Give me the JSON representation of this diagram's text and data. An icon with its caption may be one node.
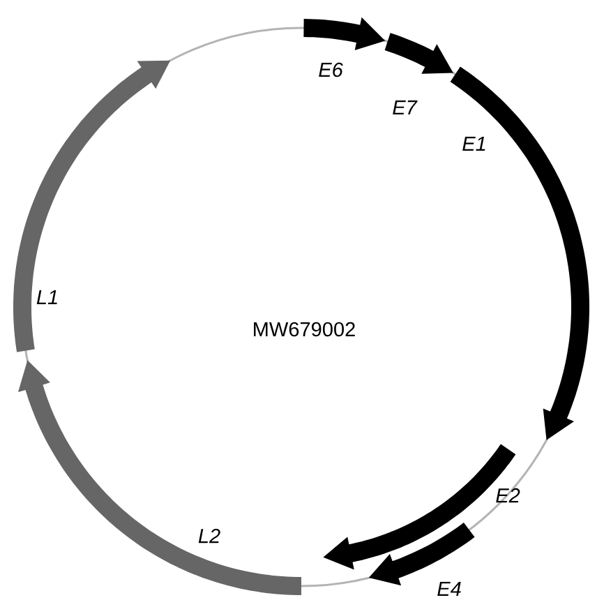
{
  "diagram": {
    "nodes": [
      {
        "text": [],
        "shape": "arrow",
        "beside": [
          "E6"
        ]
      },
      {
        "text": [],
        "shape": "arrow",
        "beside": [
          "E7"
        ]
      },
      {
        "text": [],
        "shape": "arrow",
        "beside": [
          "E1"
        ]
      },
      {
        "text": [],
        "shape": "arrow",
        "beside": [
          "E2"
        ]
      },
      {
        "text": [],
        "shape": "arrow",
        "beside": [
          "E4"
        ]
      },
      {
        "text": [],
        "shape": "arrow",
        "beside": [
          "L2"
        ]
      },
      {
        "text": [],
        "shape": "arrow",
        "beside": [
          "L1"
        ]
      }
    ],
    "labels": [
      "MW679002"
    ]
  }
}
